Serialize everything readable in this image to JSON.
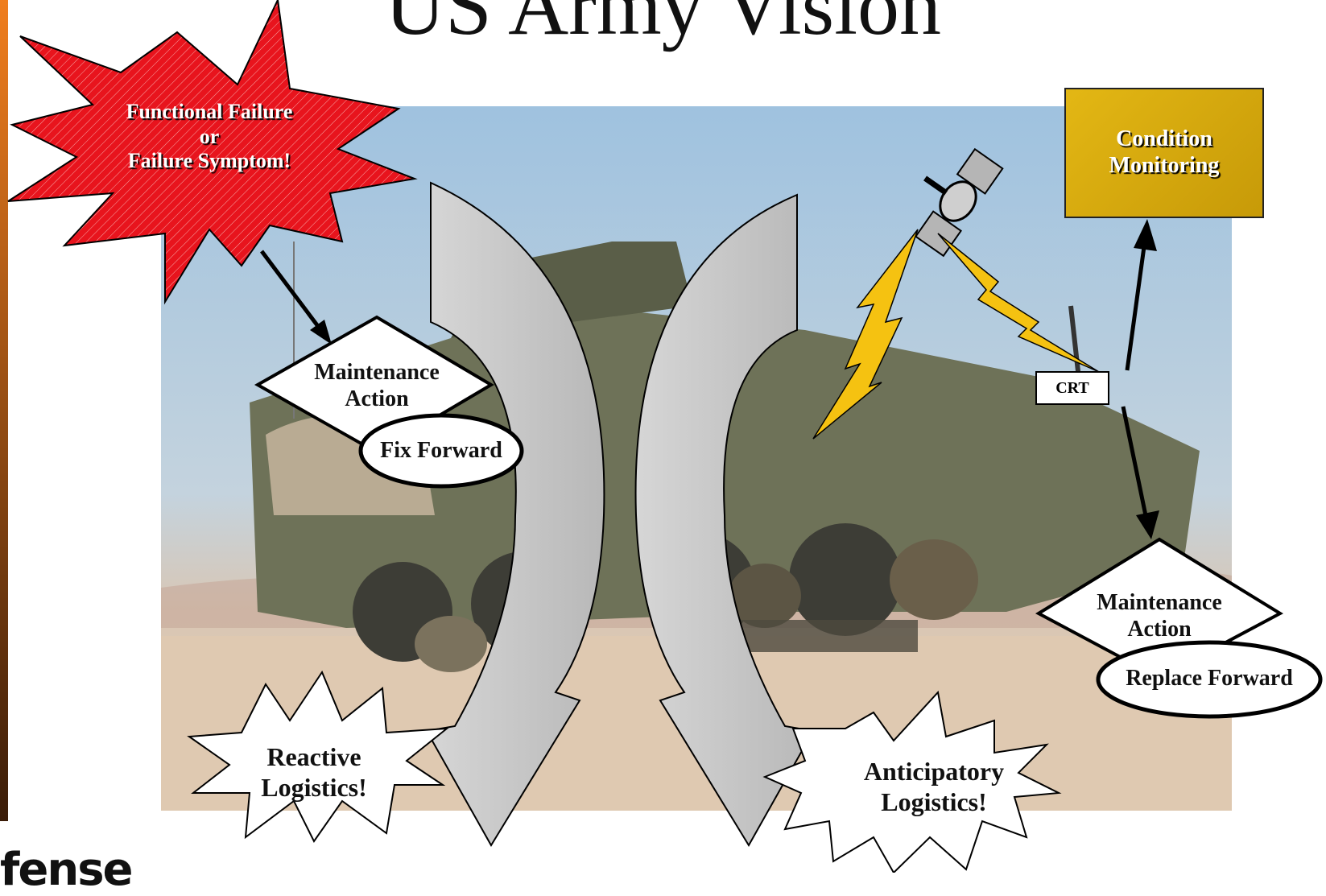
{
  "title": "US Army Vision",
  "failure_burst": {
    "lines": [
      "Functional Failure",
      "or",
      "Failure Symptom!"
    ]
  },
  "maintenance_left": {
    "lines": [
      "Maintenance",
      "Action"
    ]
  },
  "fix_forward": "Fix Forward",
  "reactive": {
    "lines": [
      "Reactive",
      "Logistics!"
    ]
  },
  "anticipatory": {
    "lines": [
      "Anticipatory",
      "Logistics!"
    ]
  },
  "condition_monitoring": {
    "lines": [
      "Condition",
      "Monitoring"
    ]
  },
  "crt": "CRT",
  "maintenance_right": {
    "lines": [
      "Maintenance",
      "Action"
    ]
  },
  "replace_forward": "Replace Forward",
  "footer": "fense",
  "colors": {
    "burst_red": "#e8141d",
    "condition_gold": "#d4a60e",
    "lightning_yellow": "#f5c211",
    "arrow_gray": "#c8c8c8",
    "orange_bar": "#f07e1e"
  }
}
